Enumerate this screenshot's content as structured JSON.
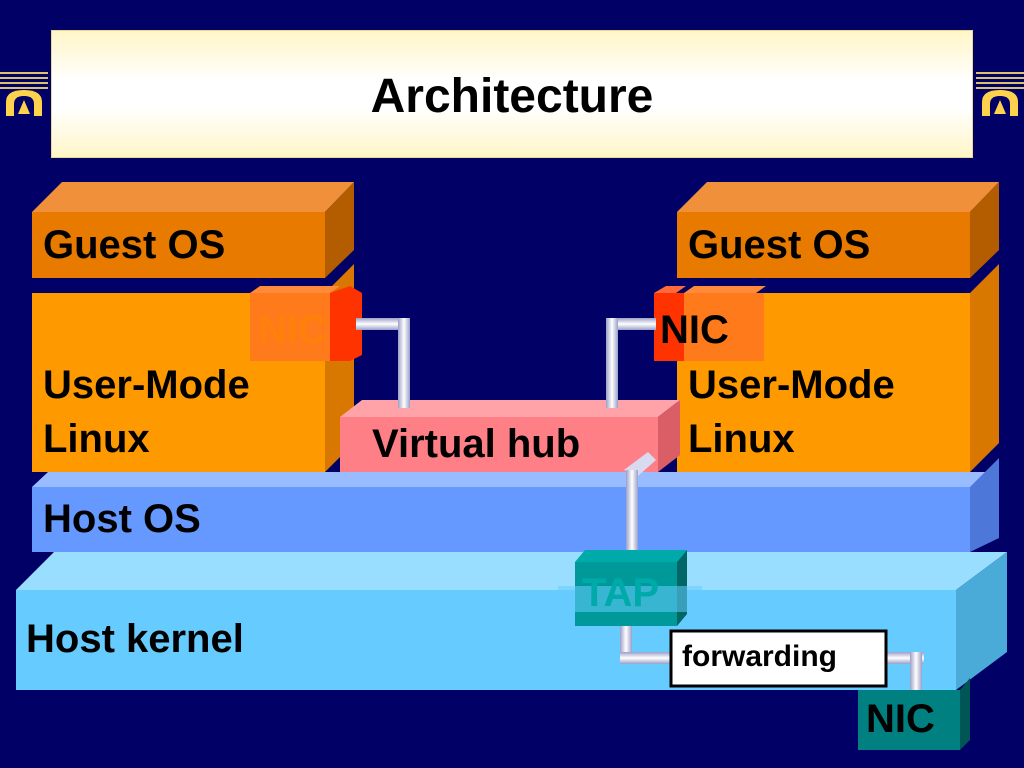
{
  "title": "Architecture",
  "left_stack": {
    "guest_os": "Guest OS",
    "nic": "NIC",
    "uml_line1": "User-Mode",
    "uml_line2": "Linux"
  },
  "right_stack": {
    "guest_os": "Guest OS",
    "nic": "NIC",
    "uml_line1": "User-Mode",
    "uml_line2": "Linux"
  },
  "virtual_hub": "Virtual hub",
  "host_os": "Host OS",
  "host_kernel": "Host kernel",
  "tap": "TAP",
  "forwarding": "forwarding",
  "physical_nic": "NIC",
  "colors": {
    "background": "#000066",
    "guest_os": "#e87a00",
    "user_mode_linux": "#ff9900",
    "nic_small": "#ff3300",
    "virtual_hub": "#ff7f86",
    "host_os": "#6699ff",
    "host_kernel": "#66ccff",
    "tap": "#009999",
    "physical_nic": "#008080"
  }
}
